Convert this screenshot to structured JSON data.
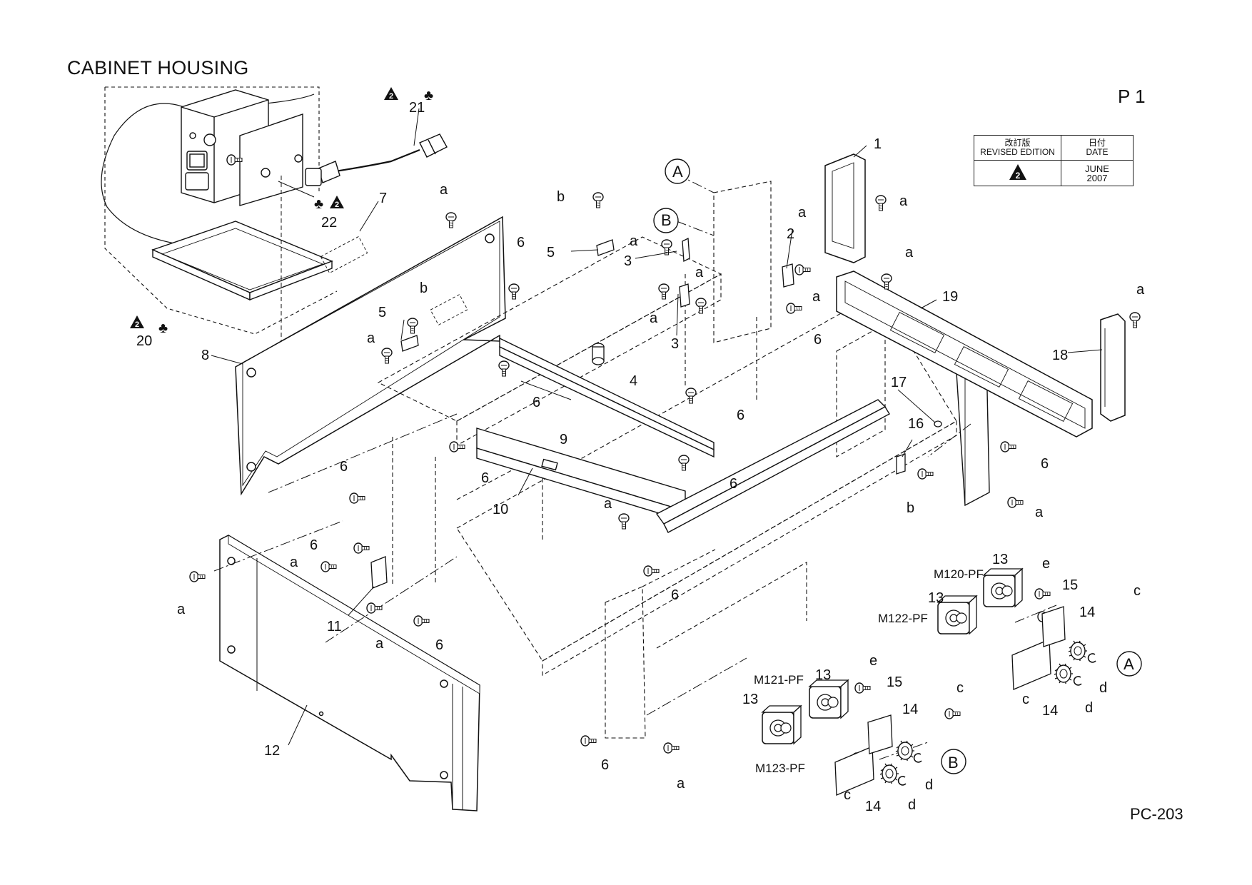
{
  "page": {
    "title": "CABINET HOUSING",
    "page_number": "P 1",
    "doc_code": "PC-203"
  },
  "revision_table": {
    "edition_header_jp": "改訂版",
    "edition_header_en": "REVISED EDITION",
    "date_header_jp": "日付",
    "date_header_en": "DATE",
    "edition_value": "2",
    "date_month": "JUNE",
    "date_year": "2007"
  },
  "callouts": [
    {
      "text": "21"
    },
    {
      "text": "22"
    },
    {
      "text": "20"
    },
    {
      "text": "7"
    },
    {
      "text": "8"
    },
    {
      "text": "a"
    },
    {
      "text": "b"
    },
    {
      "text": "5"
    },
    {
      "text": "a"
    },
    {
      "text": "b"
    },
    {
      "text": "5"
    },
    {
      "text": "a"
    },
    {
      "text": "3"
    },
    {
      "text": "6"
    },
    {
      "text": "B"
    },
    {
      "text": "A"
    },
    {
      "text": "a"
    },
    {
      "text": "a"
    },
    {
      "text": "3"
    },
    {
      "text": "4"
    },
    {
      "text": "2"
    },
    {
      "text": "a"
    },
    {
      "text": "6"
    },
    {
      "text": "1"
    },
    {
      "text": "a"
    },
    {
      "text": "a"
    },
    {
      "text": "19"
    },
    {
      "text": "a"
    },
    {
      "text": "18"
    },
    {
      "text": "17"
    },
    {
      "text": "16"
    },
    {
      "text": "6"
    },
    {
      "text": "b"
    },
    {
      "text": "a"
    },
    {
      "text": "6"
    },
    {
      "text": "9"
    },
    {
      "text": "6"
    },
    {
      "text": "6"
    },
    {
      "text": "10"
    },
    {
      "text": "6"
    },
    {
      "text": "6"
    },
    {
      "text": "a"
    },
    {
      "text": "6"
    },
    {
      "text": "a"
    },
    {
      "text": "a"
    },
    {
      "text": "11"
    },
    {
      "text": "a"
    },
    {
      "text": "6"
    },
    {
      "text": "6"
    },
    {
      "text": "12"
    },
    {
      "text": "6"
    },
    {
      "text": "a"
    },
    {
      "text": "13"
    },
    {
      "text": "M120-PF"
    },
    {
      "text": "e"
    },
    {
      "text": "15"
    },
    {
      "text": "c"
    },
    {
      "text": "13"
    },
    {
      "text": "M122-PF"
    },
    {
      "text": "14"
    },
    {
      "text": "d"
    },
    {
      "text": "c"
    },
    {
      "text": "14"
    },
    {
      "text": "d"
    },
    {
      "text": "A"
    },
    {
      "text": "13"
    },
    {
      "text": "M121-PF"
    },
    {
      "text": "e"
    },
    {
      "text": "15"
    },
    {
      "text": "c"
    },
    {
      "text": "13"
    },
    {
      "text": "14"
    },
    {
      "text": "M123-PF"
    },
    {
      "text": "d"
    },
    {
      "text": "c"
    },
    {
      "text": "14"
    },
    {
      "text": "d"
    },
    {
      "text": "B"
    },
    {
      "text": "a"
    }
  ],
  "symbols": {
    "revision_marker_number": "2",
    "club": "♣"
  }
}
